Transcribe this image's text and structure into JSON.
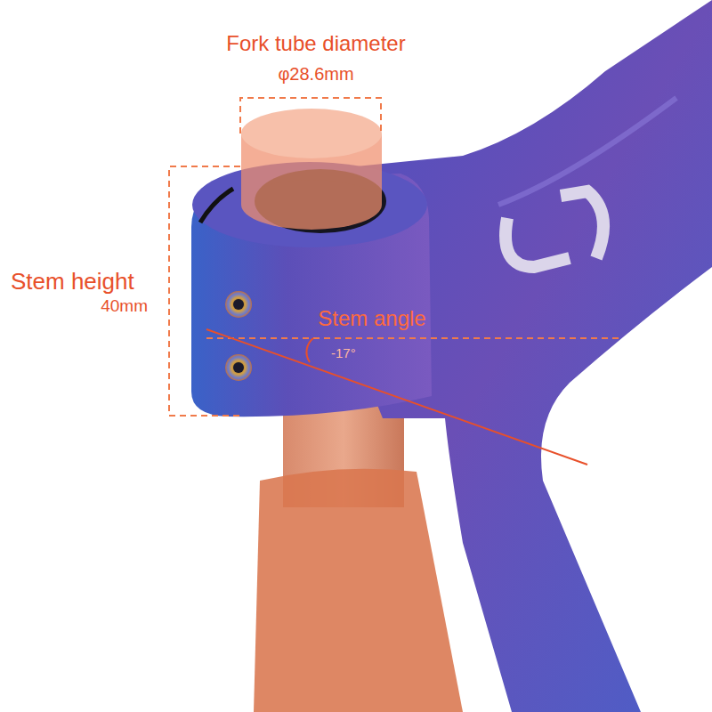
{
  "diagram": {
    "labels": [
      "Fork tube diameter",
      "φ28.6mm",
      "Stem height",
      "40mm",
      "Stem angle",
      "-17°"
    ]
  }
}
